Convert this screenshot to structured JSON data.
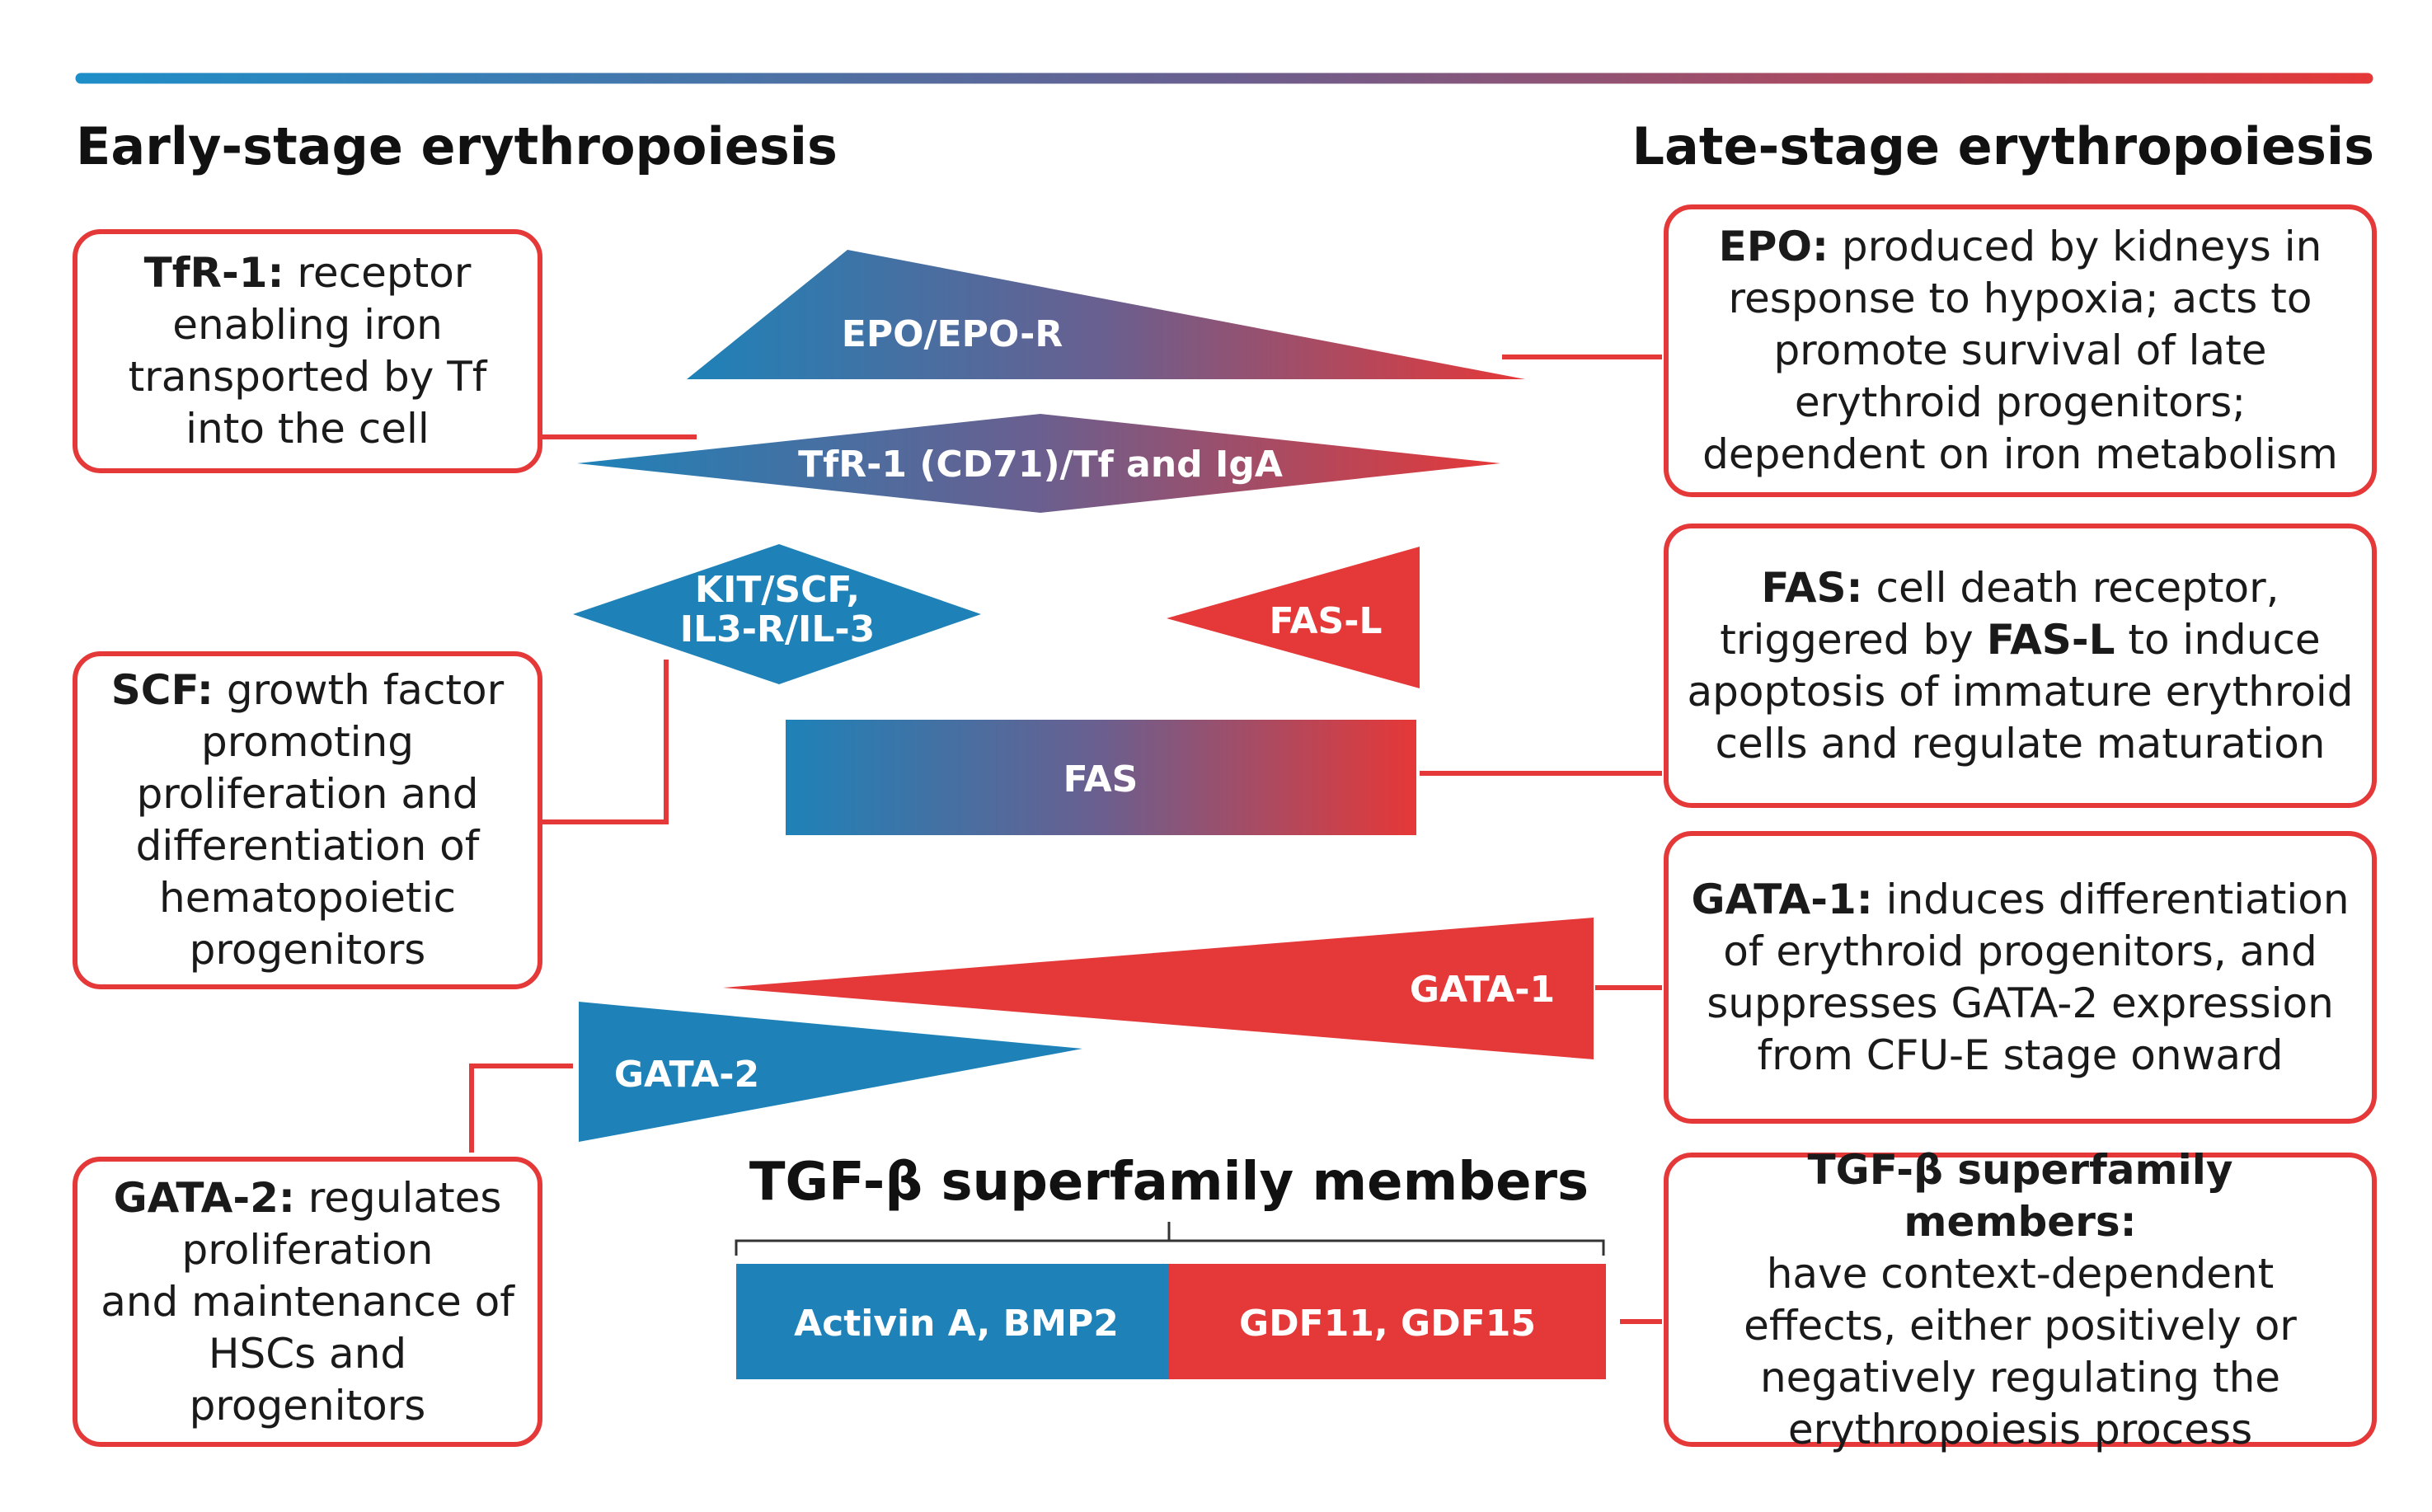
{
  "headings": {
    "left": "Early-stage erythropoiesis",
    "right": "Late-stage erythropoiesis"
  },
  "colors": {
    "blue": "#1e82b8",
    "red": "#e53838",
    "box_border": "#e53838",
    "text": "#1a1a1a"
  },
  "shapes": {
    "epo_epor": "EPO/EPO-R",
    "tfr1": "TfR-1 (CD71)/Tf and IgA",
    "kit_line1": "KIT/SCF,",
    "kit_line2": "IL3-R/IL-3",
    "fas_l": "FAS-L",
    "fas": "FAS",
    "gata1": "GATA-1",
    "gata2": "GATA-2"
  },
  "tgf": {
    "title": "TGF-β superfamily members",
    "left_label": "Activin A, BMP2",
    "right_label": "GDF11, GDF15"
  },
  "boxes": {
    "tfr1": {
      "term": "TfR-1:",
      "text": "receptor enabling iron transported by Tf into the cell"
    },
    "scf": {
      "term": "SCF:",
      "text": "growth factor promoting proliferation and differentiation of hematopoietic progenitors"
    },
    "gata2": {
      "term": "GATA-2:",
      "text1": "regulates proliferation",
      "text2": "and maintenance of HSCs and progenitors"
    },
    "epo": {
      "term": "EPO:",
      "text": "produced by kidneys in response to hypoxia; acts to promote survival of late erythroid progenitors; dependent on iron metabolism"
    },
    "fas": {
      "term": "FAS:",
      "text1": "cell death receptor, triggered by",
      "term2": "FAS-L",
      "text2": "to induce apoptosis of immature erythroid cells and regulate maturation"
    },
    "gata1": {
      "term": "GATA-1:",
      "text": "induces differentiation of erythroid progenitors, and suppresses GATA-2 expression from CFU-E stage onward"
    },
    "tgf": {
      "term": "TGF-β superfamily members:",
      "text": "have context-dependent effects, either positively or negatively regulating the erythropoiesis process"
    }
  }
}
